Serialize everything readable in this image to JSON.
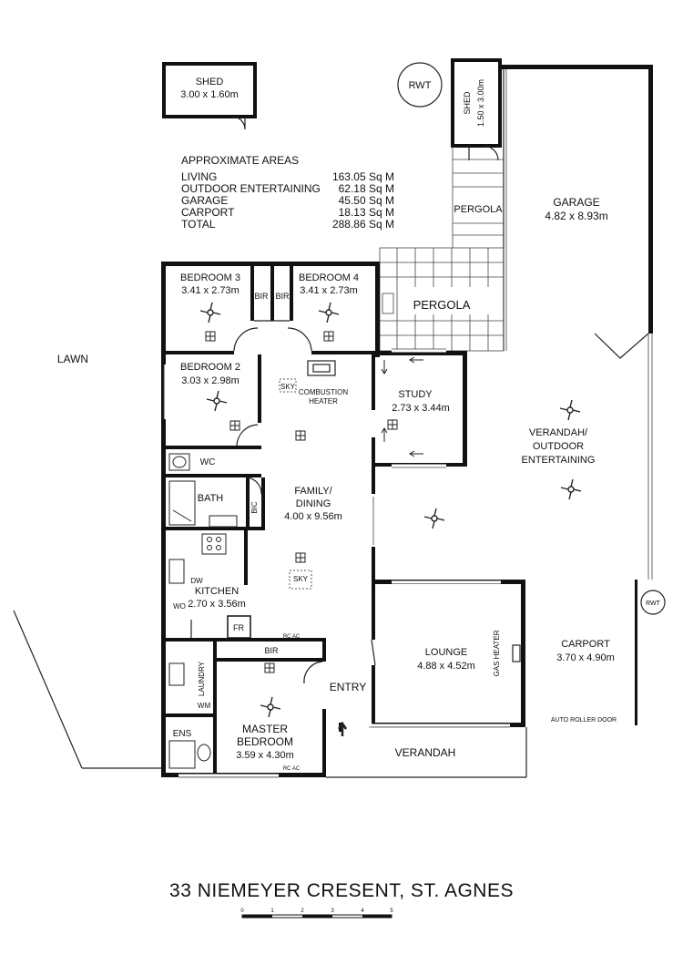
{
  "areas": {
    "heading": "APPROXIMATE AREAS",
    "rows": [
      {
        "label": "LIVING",
        "value": "163.05 Sq M"
      },
      {
        "label": "OUTDOOR ENTERTAINING",
        "value": "62.18 Sq M"
      },
      {
        "label": "GARAGE",
        "value": "45.50 Sq M"
      },
      {
        "label": "CARPORT",
        "value": "18.13 Sq M"
      },
      {
        "label": "TOTAL",
        "value": "288.86 Sq M"
      }
    ]
  },
  "rooms": {
    "shed1": {
      "name": "SHED",
      "dim": "3.00 x 1.60m"
    },
    "shed2": {
      "name": "SHED",
      "dim": "1.50 x 3.00m"
    },
    "rwt": "RWT",
    "garage": {
      "name": "GARAGE",
      "dim": "4.82 x 8.93m"
    },
    "pergola_small": "PERGOLA",
    "pergola": "PERGOLA",
    "bedroom3": {
      "name": "BEDROOM 3",
      "dim": "3.41 x 2.73m"
    },
    "bedroom4": {
      "name": "BEDROOM 4",
      "dim": "3.41 x 2.73m"
    },
    "bir": "BIR",
    "bedroom2": {
      "name": "BEDROOM 2",
      "dim": "3.03 x 2.98m"
    },
    "sky": "SKY",
    "combustion": [
      "COMBUSTION",
      "HEATER"
    ],
    "study": {
      "name": "STUDY",
      "dim": "2.73 x 3.44m"
    },
    "verandah_outdoor": [
      "VERANDAH/",
      "OUTDOOR",
      "ENTERTAINING"
    ],
    "wc": "WC",
    "bath": "BATH",
    "bic": "BIC",
    "family": [
      "FAMILY/",
      "DINING"
    ],
    "family_dim": "4.00 x 9.56m",
    "dw": "DW",
    "kitchen": {
      "name": "KITCHEN",
      "dim": "2.70 x 3.56m"
    },
    "wo": "WO",
    "fr": "FR",
    "rcac": "RC AC",
    "laundry": "LAUNDRY",
    "wm": "WM",
    "lounge": {
      "name": "LOUNGE",
      "dim": "4.88 x 4.52m"
    },
    "gas_heater": "GAS HEATER",
    "carport": {
      "name": "CARPORT",
      "dim": "3.70 x 4.90m"
    },
    "auto_door": "AUTO ROLLER DOOR",
    "entry": "ENTRY",
    "ens": "ENS",
    "master": [
      "MASTER",
      "BEDROOM"
    ],
    "master_dim": "3.59 x 4.30m",
    "verandah": "VERANDAH",
    "lawn": "LAWN"
  },
  "title": "33 NIEMEYER CRESENT, ST. AGNES",
  "scale": {
    "ticks": [
      "0",
      "1",
      "2",
      "3",
      "4",
      "5"
    ]
  }
}
